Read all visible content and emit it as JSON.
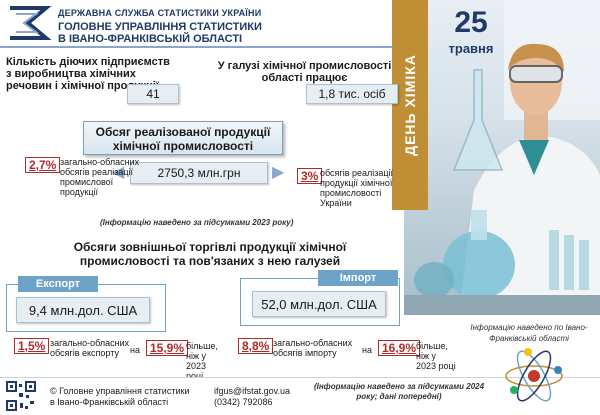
{
  "header": {
    "org_small": "ДЕРЖАВНА СЛУЖБА СТАТИСТИКИ УКРАЇНИ",
    "org_big_1": "ГОЛОВНЕ УПРАВЛІННЯ СТАТИСТИКИ",
    "org_big_2": "В ІВАНО-ФРАНКІВСЬКІЙ ОБЛАСТІ"
  },
  "date": {
    "day": "25",
    "month": "травня"
  },
  "banner": "ДЕНЬ ХІМІКА",
  "enterprises": {
    "label": "Кількість діючих підприємств з виробництва хімічних речовин і хімічної продукції",
    "value": "41"
  },
  "workers": {
    "label": "У галузі хімічної промисловості області працює",
    "value": "1,8 тис. осіб"
  },
  "sales": {
    "title": "Обсяг реалізованої продукції хімічної промисловості",
    "value": "2750,3 млн.грн",
    "left_pct": "2,7%",
    "left_text": "загально-обласних обсягів реалізації промислової продукції",
    "right_pct": "3%",
    "right_text": "обсягів реалізації продукції хімічної промисловості України",
    "note": "(Інформацію наведено за підсумками 2023 року)"
  },
  "trade": {
    "title": "Обсяги зовнішньої торгівлі продукції хімічної промисловості та пов'язаних з нею галузей",
    "export": {
      "tab": "Експорт",
      "value": "9,4 млн.дол. США",
      "share_pct": "1,5%",
      "share_text": "загально-обласних обсягів експорту",
      "growth_prefix": "на",
      "growth_pct": "15,9%",
      "growth_text": "більше, ніж у 2023 році"
    },
    "import": {
      "tab": "Імпорт",
      "value": "52,0 млн.дол. США",
      "share_pct": "8,8%",
      "share_text": "загально-обласних обсягів імпорту",
      "growth_prefix": "на",
      "growth_pct": "16,9%",
      "growth_text": "більше, ніж у 2023 році"
    },
    "note": "(Інформацію наведено за підсумками 2024 року; дані попередні)"
  },
  "right_note": "Інформацію наведено по Івано-Франківській області",
  "footer": {
    "copyright_1": "© Головне управління статистики",
    "copyright_2": "в Івано-Франківській області",
    "email": "ifgus@ifstat.gov.ua",
    "phone": "(0342) 792086"
  },
  "colors": {
    "brand": "#1f3a68",
    "accent": "#6ea3c8",
    "banner": "#bf8e35",
    "highlight": "#b02a2a"
  }
}
